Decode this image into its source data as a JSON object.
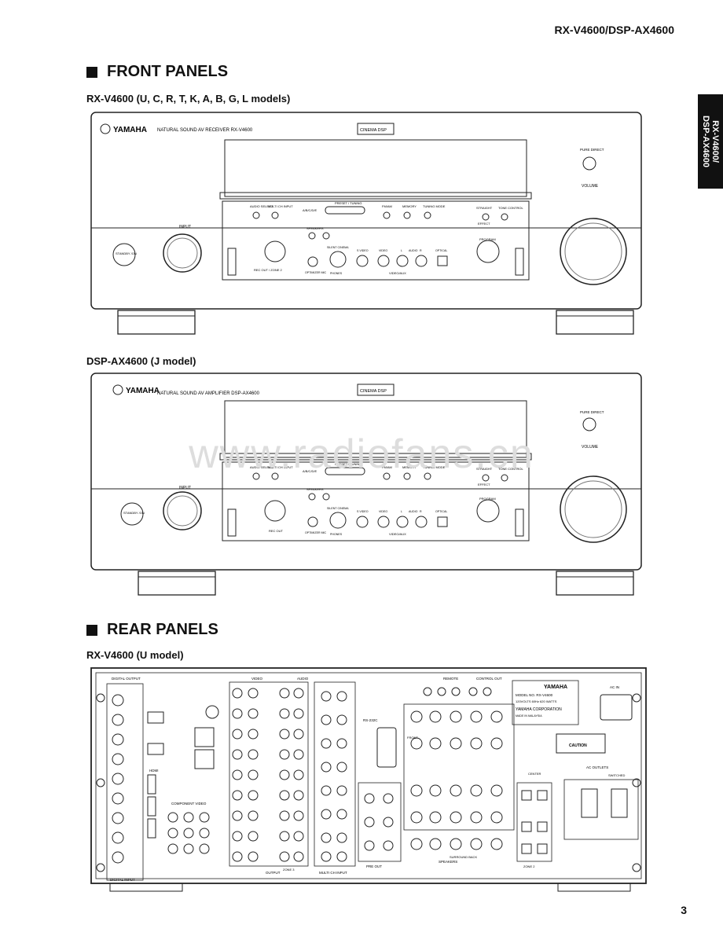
{
  "header": {
    "model": "RX-V4600/DSP-AX4600"
  },
  "side_tab": {
    "line1": "RX-V4600/",
    "line2": "DSP-AX4600"
  },
  "sections": {
    "front": {
      "title": "FRONT PANELS"
    },
    "rear": {
      "title": "REAR PANELS"
    }
  },
  "front1": {
    "caption": "RX-V4600 (U, C, R, T, K, A, B, G, L models)",
    "brand": "YAMAHA",
    "product": "NATURAL SOUND AV RECEIVER  RX-V4600"
  },
  "front2": {
    "caption": "DSP-AX4600 (J model)",
    "brand": "YAMAHA",
    "product": "NATURAL SOUND AV AMPLIFIER  DSP-AX4600"
  },
  "panel": {
    "cinema": "CINEMA DSP",
    "pure_direct": "PURE DIRECT",
    "volume": "VOLUME",
    "input": "INPUT",
    "standby": "STANDBY /ON",
    "audio_select": "AUDIO SELECT",
    "multi_ch": "MULTI CH INPUT",
    "abcde": "A/B/C/D/E",
    "preset": "PRESET / TUNING",
    "fm_am": "FM/AM",
    "memory": "MEMORY",
    "tuning_mode": "TUNING MODE",
    "straight": "STRAIGHT",
    "tone": "TONE CONTROL",
    "speakers": "SPEAKERS",
    "silent": "SILENT CINEMA",
    "svideo": "S VIDEO",
    "video": "VIDEO",
    "l": "L",
    "audio": "AUDIO",
    "r": "R",
    "optical": "OPTICAL",
    "video_aux": "VIDEO/AUX",
    "phones": "PHONES",
    "optimizer": "OPTIMIZER MIC",
    "rec_out": "REC OUT / ZONE 2",
    "rec_out_j": "REC OUT",
    "program": "PROGRAM",
    "effect": "EFFECT"
  },
  "rear": {
    "caption": "RX-V4600 (U model)",
    "brand": "YAMAHA",
    "model_no": "MODEL NO. RX-V4600",
    "rating": "120VOLTS 60Hz 620 WATTS",
    "corp": "YAMAHA CORPORATION",
    "made_in": "MADE IN MALAYSIA",
    "caution": "CAUTION",
    "digital_output": "DIGITAL OUTPUT",
    "digital_input": "DIGITAL INPUT",
    "component_video": "COMPONENT VIDEO",
    "video": "VIDEO",
    "audio": "AUDIO",
    "output": "OUTPUT",
    "speakers": "SPEAKERS",
    "remote": "REMOTE",
    "control_out": "CONTROL OUT",
    "ac_in": "AC IN",
    "ac_outlets": "AC OUTLETS",
    "switched": "SWITCHED",
    "hdmi": "HDMI",
    "rs232c": "RS-232C",
    "multi_ch_input": "MULTI CH INPUT",
    "pre_out": "PRE OUT",
    "zone2": "ZONE 2",
    "zone3": "ZONE 3",
    "surround_back": "SURROUND BACK",
    "center": "CENTER",
    "front": "FRONT"
  },
  "watermark": "www.radiofans.cn",
  "page_number": "3"
}
